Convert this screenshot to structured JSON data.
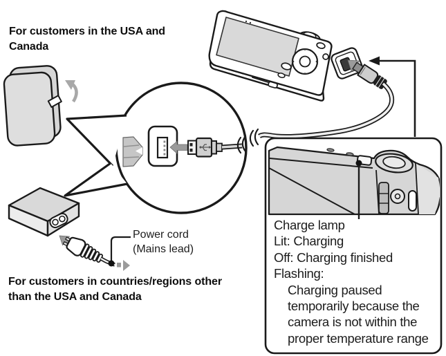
{
  "headings": {
    "usa_canada": "For customers in the USA and Canada",
    "other_regions": "For customers in countries/regions other than the USA and Canada"
  },
  "labels": {
    "power_cord": "Power cord",
    "power_cord_alt": "(Mains lead)"
  },
  "charge_lamp_notes": {
    "lines": [
      "Charge lamp",
      "Lit: Charging",
      "Off: Charging finished",
      "Flashing:",
      "Charging paused",
      "temporarily because the",
      "camera is not within the",
      "proper temperature range"
    ]
  },
  "icons": {
    "rotate_arrow": "plug-fold-rotation-arrow",
    "insert_arrow": "insertion-direction-arrow",
    "pointer_arrow": "callout-pointer-arrow",
    "break_marks": "cable-break-marks"
  },
  "colors": {
    "outline": "#1a1a1a",
    "body_gray": "#d6d6d6",
    "light_gray": "#e8e8e8",
    "arrow_gray": "#9b9b9b",
    "background": "#ffffff"
  }
}
